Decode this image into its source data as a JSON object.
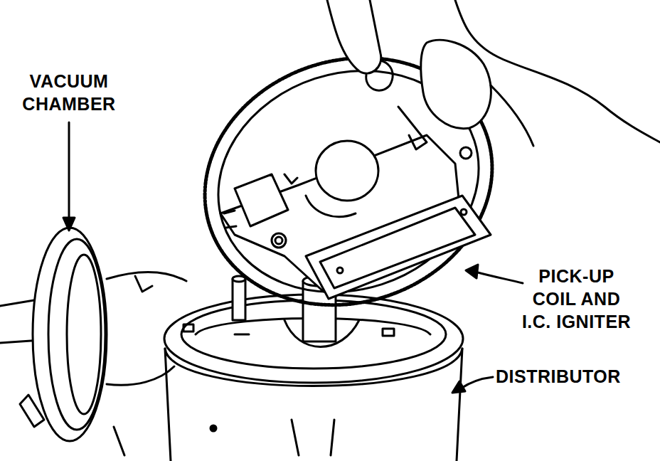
{
  "diagram": {
    "labels": [
      "VACUUM CHAMBER",
      "PICK-UP COIL AND I.C. IGNITER",
      "DISTRIBUTOR"
    ]
  }
}
